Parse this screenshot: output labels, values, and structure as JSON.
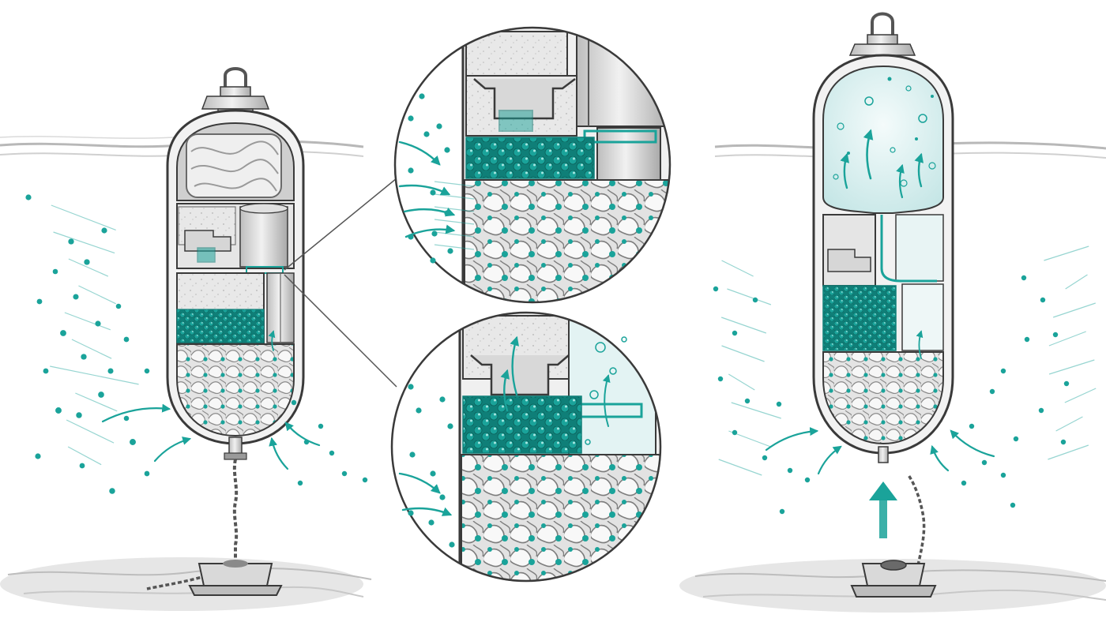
{
  "colors": {
    "accent_teal": "#1aa39a",
    "accent_teal_dark": "#0f7f78",
    "metal_light": "#e9e9e9",
    "metal_mid": "#c9c9c9",
    "metal_dark": "#7a7a7a",
    "ink": "#333333",
    "foam": "#d9d9d9",
    "gas_fill": "#dff2f2",
    "water_line": "#b8b8b8",
    "seabed": "#cfcfcf"
  },
  "panels": [
    {
      "id": "left-buoy",
      "state": "moored"
    },
    {
      "id": "detail-top",
      "state": "water-inflow"
    },
    {
      "id": "detail-bottom",
      "state": "gas-generation"
    },
    {
      "id": "right-buoy",
      "state": "released"
    }
  ],
  "icons": [
    "shackle-icon",
    "inflow-arrow-icon",
    "gas-arrow-icon",
    "ascent-arrow-icon",
    "anchor-weight-icon",
    "rope-icon"
  ]
}
